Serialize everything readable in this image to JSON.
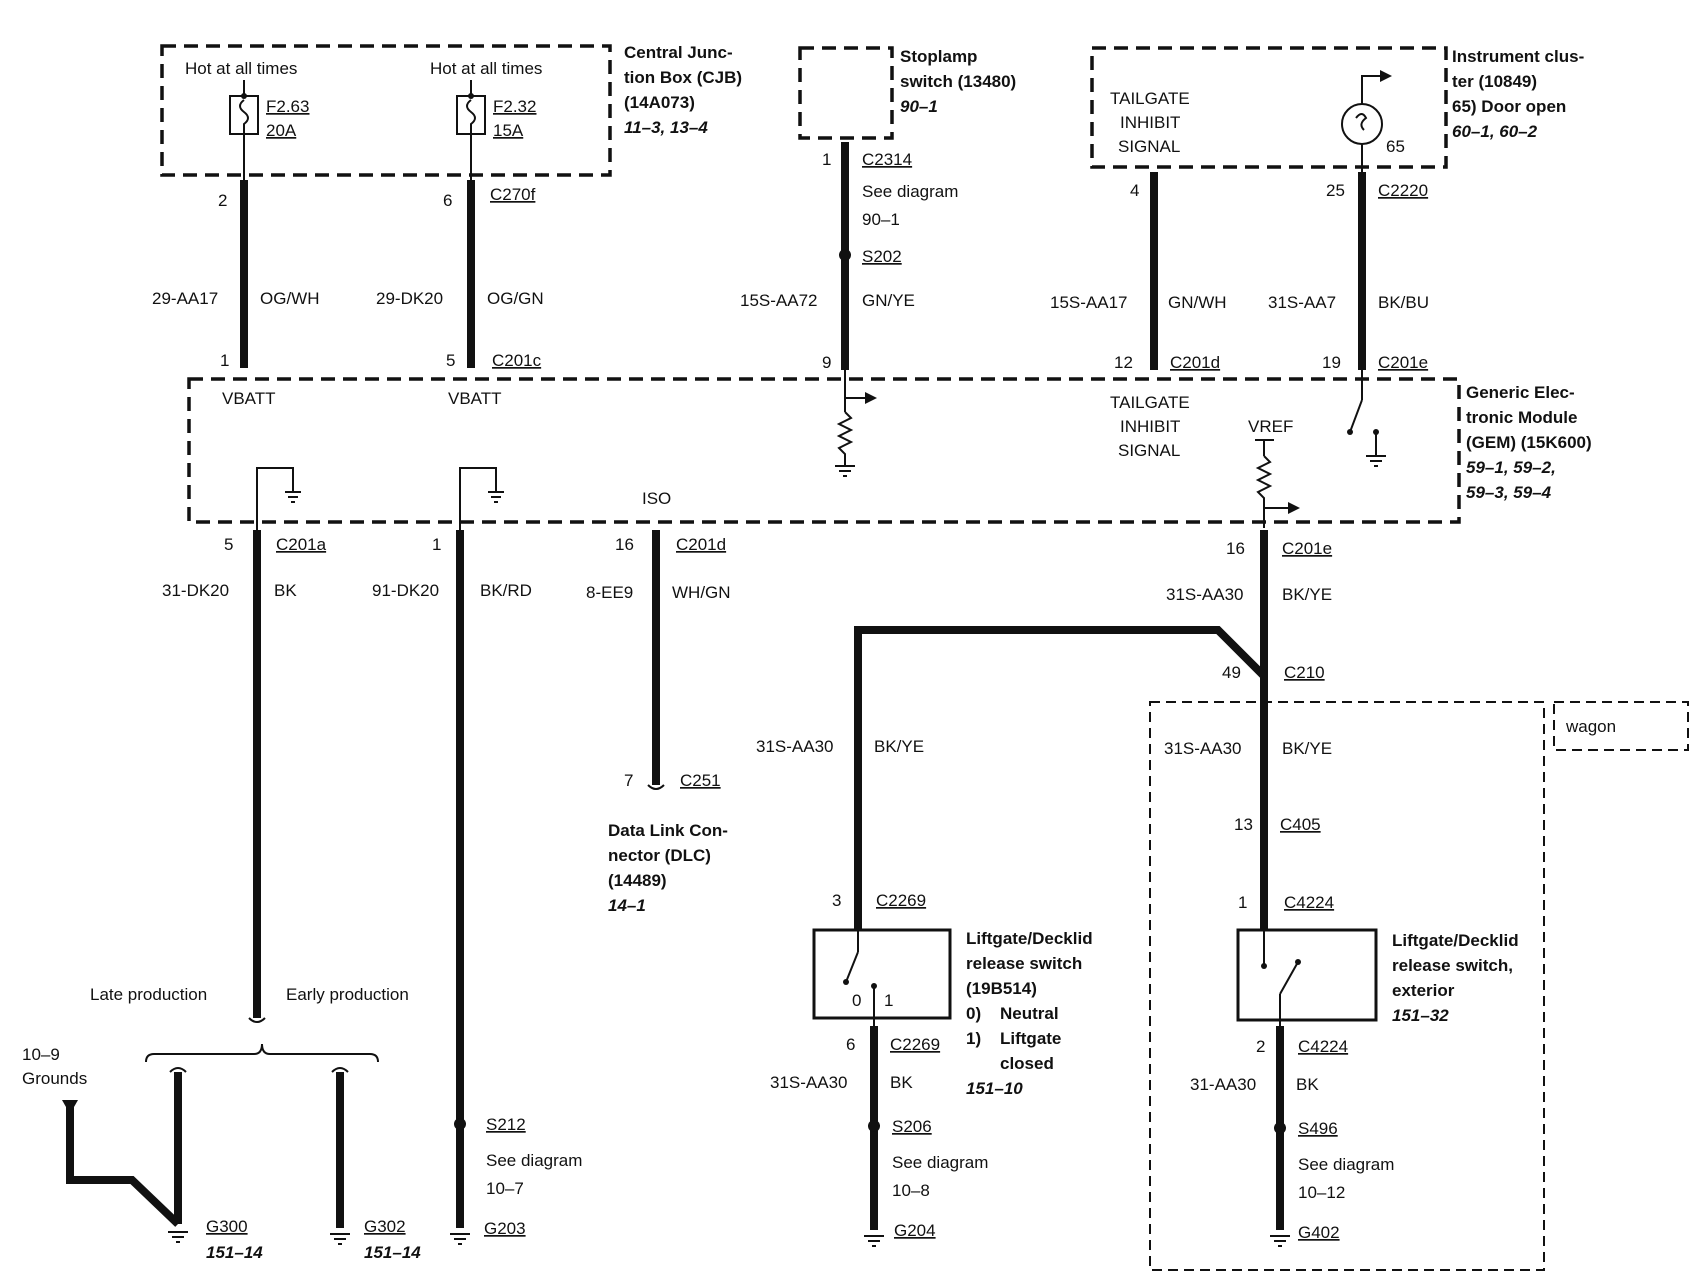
{
  "cjb": {
    "title_lines": [
      "Central Junc-",
      "tion Box (CJB)",
      "(14A073)"
    ],
    "ref": "11–3, 13–4",
    "hot1": "Hot at all times",
    "hot2": "Hot at all times",
    "fuse1": {
      "name": "F2.63",
      "rating": "20A"
    },
    "fuse2": {
      "name": "F2.32",
      "rating": "15A"
    }
  },
  "stoplamp": {
    "title_lines": [
      "Stoplamp",
      "switch (13480)"
    ],
    "ref": "90–1"
  },
  "cluster": {
    "title_lines": [
      "Instrument clus-",
      "ter (10849)",
      "65) Door open"
    ],
    "ref": "60–1, 60–2",
    "signal_lines": [
      "TAILGATE",
      "INHIBIT",
      "SIGNAL"
    ],
    "pin": "65"
  },
  "gem": {
    "title_lines": [
      "Generic Elec-",
      "tronic Module",
      "(GEM) (15K600)"
    ],
    "ref_lines": [
      "59–1, 59–2,",
      "59–3, 59–4"
    ],
    "vbatt1": "VBATT",
    "vbatt2": "VBATT",
    "signal_lines": [
      "TAILGATE",
      "INHIBIT",
      "SIGNAL"
    ],
    "vref": "VREF",
    "iso": "ISO"
  },
  "upper_wires": [
    {
      "pin_top": "2",
      "connector_top": "C270f",
      "circuit": "29-AA17",
      "color": "OG/WH",
      "pin_bottom": "1",
      "connector_bottom": ""
    },
    {
      "pin_top": "6",
      "connector_top": "",
      "circuit": "29-DK20",
      "color": "OG/GN",
      "pin_bottom": "5",
      "connector_bottom": "C201c"
    },
    {
      "pin_top": "1",
      "connector_top": "C2314",
      "circuit": "15S-AA72",
      "color": "GN/YE",
      "pin_bottom": "9",
      "connector_bottom": "",
      "note_lines": [
        "See diagram",
        "90–1"
      ],
      "splice": "S202"
    },
    {
      "pin_top": "4",
      "connector_top": "",
      "circuit": "15S-AA17",
      "color": "GN/WH",
      "pin_bottom": "12",
      "connector_bottom": "C201d"
    },
    {
      "pin_top": "25",
      "connector_top": "C2220",
      "circuit": "31S-AA7",
      "color": "BK/BU",
      "pin_bottom": "19",
      "connector_bottom": "C201e"
    }
  ],
  "lower_wires": [
    {
      "pin": "5",
      "connector": "C201a",
      "circuit": "31-DK20",
      "color": "BK"
    },
    {
      "pin": "1",
      "connector": "",
      "circuit": "91-DK20",
      "color": "BK/RD"
    },
    {
      "pin": "16",
      "connector": "C201d",
      "circuit": "8-EE9",
      "color": "WH/GN"
    },
    {
      "pin": "16",
      "connector": "C201e",
      "circuit": "31S-AA30",
      "color": "BK/YE"
    }
  ],
  "dlc": {
    "pin": "7",
    "connector": "C251",
    "title_lines": [
      "Data Link Con-",
      "nector (DLC)",
      "(14489)"
    ],
    "ref": "14–1"
  },
  "production": {
    "late": "Late production",
    "early": "Early production"
  },
  "grounds_note": [
    "10–9",
    "Grounds"
  ],
  "grounds": [
    {
      "name": "G300",
      "ref": "151–14"
    },
    {
      "name": "G302",
      "ref": "151–14"
    },
    {
      "name": "G203"
    },
    {
      "name": "G204"
    },
    {
      "name": "G402"
    }
  ],
  "s212": {
    "splice": "S212",
    "note_lines": [
      "See diagram",
      "10–7"
    ]
  },
  "c210": {
    "pin": "49",
    "connector": "C210"
  },
  "wagon": {
    "label": "wagon"
  },
  "branch_left": {
    "circuit": "31S-AA30",
    "color": "BK/YE",
    "pin_in": "3",
    "connector_in": "C2269",
    "pin_out": "6",
    "connector_out": "C2269",
    "circuit_out": "31S-AA30",
    "color_out": "BK",
    "splice": "S206",
    "note_lines": [
      "See diagram",
      "10–8"
    ],
    "switch_positions": [
      "0",
      "1"
    ]
  },
  "switch_left": {
    "title_lines": [
      "Liftgate/Decklid",
      "release switch",
      "(19B514)"
    ],
    "items": [
      {
        "num": "0)",
        "text": "Neutral"
      },
      {
        "num": "1)",
        "text": "Liftgate"
      }
    ],
    "item_cont": "closed",
    "ref": "151–10"
  },
  "branch_right": {
    "circuit": "31S-AA30",
    "color": "BK/YE",
    "pin_c405": "13",
    "connector_c405": "C405",
    "pin_in": "1",
    "connector_in": "C4224",
    "pin_out": "2",
    "connector_out": "C4224",
    "circuit_out": "31-AA30",
    "color_out": "BK",
    "splice": "S496",
    "note_lines": [
      "See diagram",
      "10–12"
    ]
  },
  "switch_right": {
    "title_lines": [
      "Liftgate/Decklid",
      "release switch,",
      "exterior"
    ],
    "ref": "151–32"
  }
}
